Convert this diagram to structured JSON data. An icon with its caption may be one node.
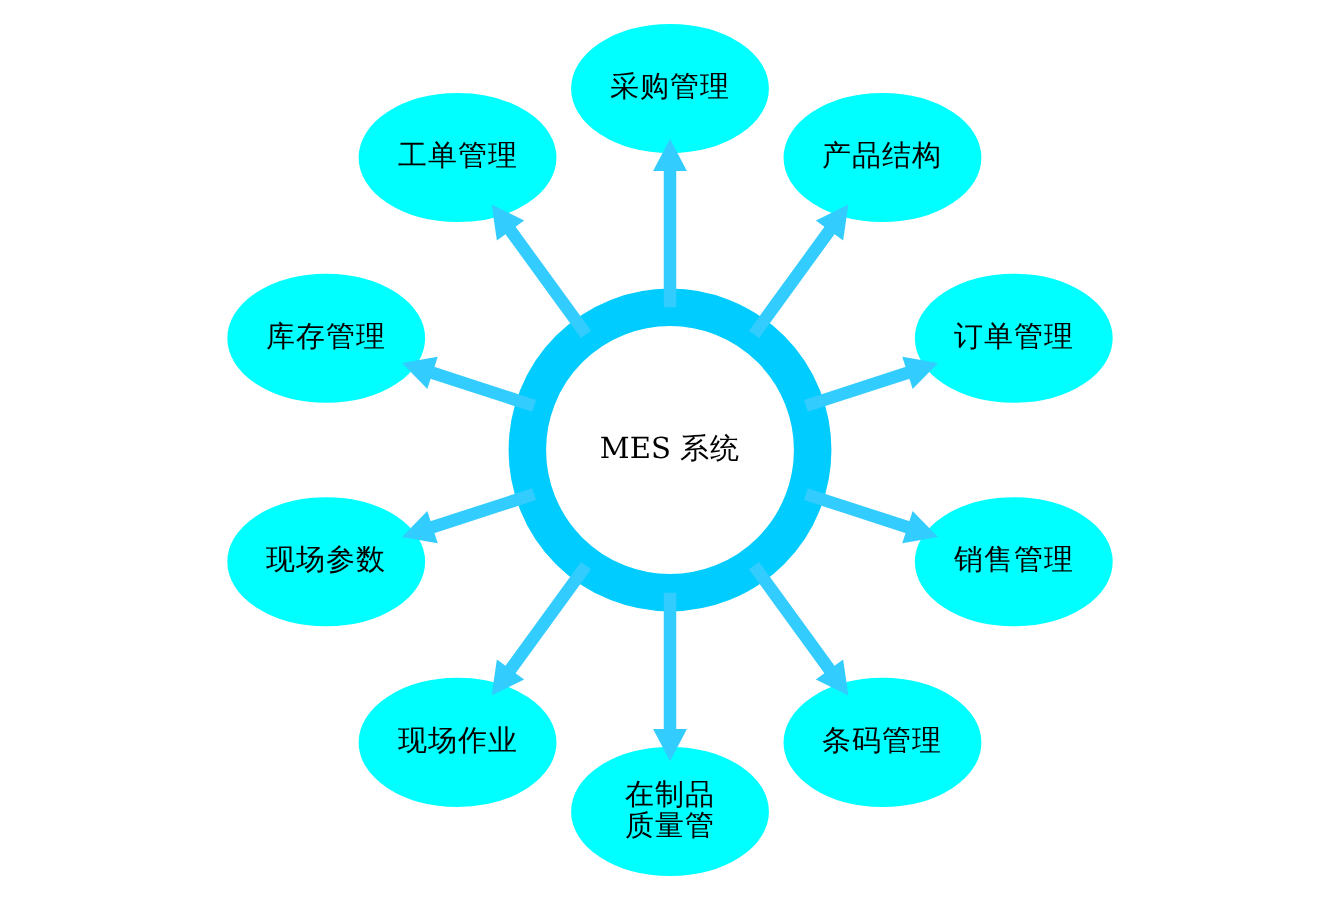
{
  "diagram": {
    "nodes": [
      {
        "text": [
          "MES 系统"
        ]
      },
      {
        "text": [
          "订单管理"
        ]
      },
      {
        "text": [
          "产品结构"
        ]
      },
      {
        "text": [
          "采购管理"
        ]
      },
      {
        "text": [
          "工单管理"
        ]
      },
      {
        "text": [
          "库存管理"
        ]
      },
      {
        "text": [
          "现场参数"
        ]
      },
      {
        "text": [
          "现场作业"
        ]
      },
      {
        "text": [
          "在制品质量管"
        ]
      },
      {
        "text": [
          "条码管理"
        ]
      },
      {
        "text": [
          "销售管理"
        ]
      }
    ],
    "edges": [
      {
        "from": 0,
        "to": 1,
        "arrow": "to"
      },
      {
        "from": 0,
        "to": 2,
        "arrow": "to"
      },
      {
        "from": 0,
        "to": 3,
        "arrow": "to"
      },
      {
        "from": 0,
        "to": 4,
        "arrow": "to"
      },
      {
        "from": 0,
        "to": 5,
        "arrow": "to"
      },
      {
        "from": 0,
        "to": 6,
        "arrow": "to"
      },
      {
        "from": 0,
        "to": 7,
        "arrow": "to"
      },
      {
        "from": 0,
        "to": 8,
        "arrow": "to"
      },
      {
        "from": 0,
        "to": 9,
        "arrow": "to"
      },
      {
        "from": 0,
        "to": 10,
        "arrow": "to"
      }
    ]
  }
}
